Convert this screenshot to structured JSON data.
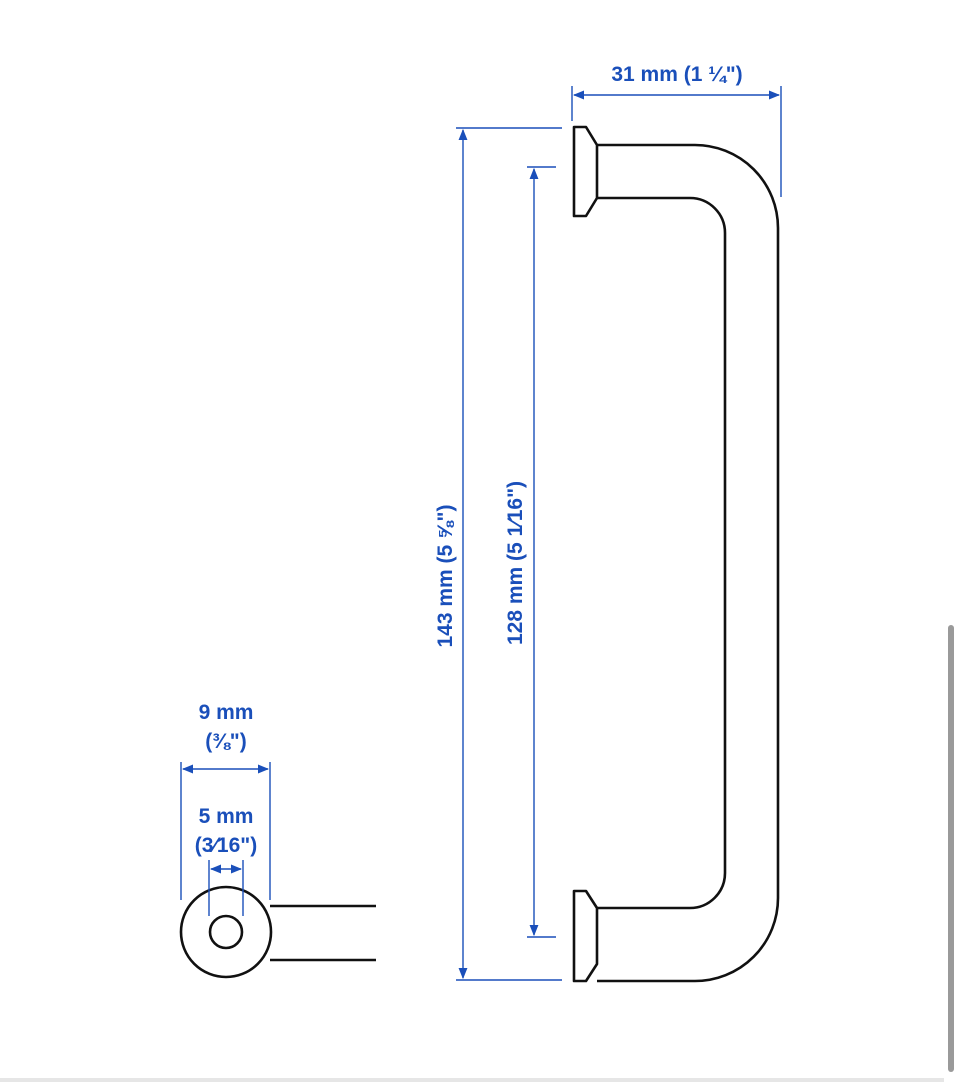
{
  "colors": {
    "dimension": "#1a4fba",
    "outline": "#111111",
    "background": "#ffffff"
  },
  "dimensions": {
    "depth": "31 mm (1 ¼\")",
    "total_length": "143 mm (5 ⅝\")",
    "hole_spacing": "128 mm (5 1⁄16\")",
    "diameter_mm": "9 mm",
    "diameter_in": "(⅜\")",
    "screw_mm": "5 mm",
    "screw_in": "(3⁄16\")"
  }
}
